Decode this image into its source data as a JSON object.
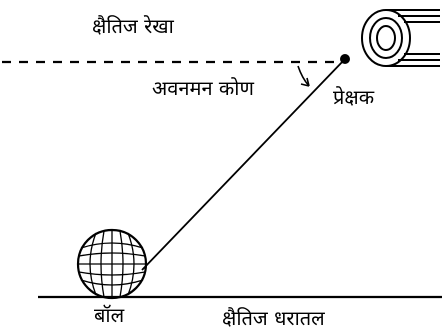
{
  "labels": {
    "horizontal_line": "क्षैतिज रेखा",
    "angle_of_depression": "अवनमन कोण",
    "observer": "प्रेक्षक",
    "ball": "बॉल",
    "horizontal_ground": "क्षैतिज धरातल"
  },
  "colors": {
    "ink": "#000000",
    "background": "#ffffff"
  }
}
